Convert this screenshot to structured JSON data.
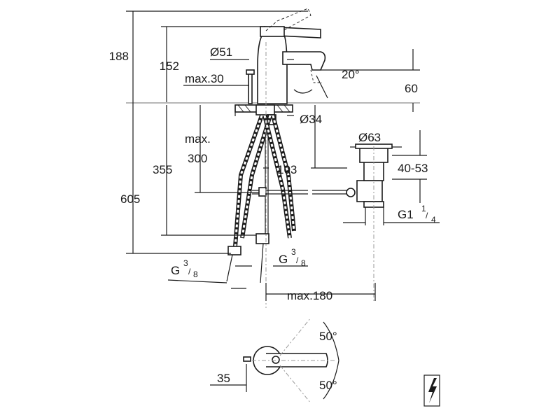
{
  "dimensions": {
    "total_height": "188",
    "spout_height": "152",
    "base_diameter": "Ø51",
    "max_deck_thickness": "max.30",
    "lever_angle": "20°",
    "spout_projection": "60",
    "hole_diameter": "Ø34",
    "max_depth": "max.",
    "max_depth_value": "300",
    "below_deck": "355",
    "overall": "605",
    "pop_up_diameter": "Ø63",
    "waste_offset": "103",
    "waste_range": "40-53",
    "waste_thread": "G1",
    "waste_thread_sup": "1",
    "waste_thread_sub": "4",
    "hose_thread_left": "G",
    "hose_thread_right": "G",
    "hose_thread_sup": "3",
    "hose_thread_sub": "8",
    "max_width": "max.180",
    "rotation_top": "50°",
    "rotation_bottom": "50°",
    "lever_offset": "35"
  },
  "icons": {
    "electrical": "lightning-bolt-icon"
  }
}
